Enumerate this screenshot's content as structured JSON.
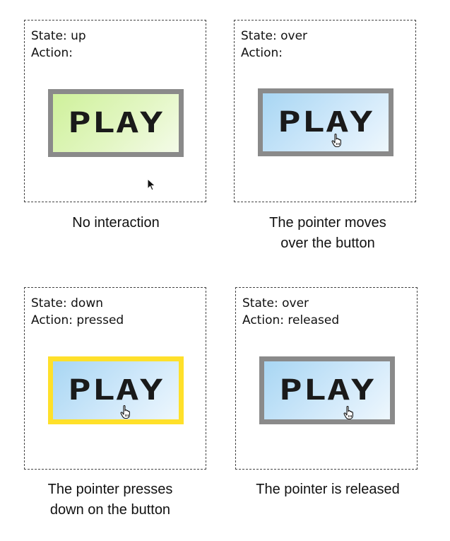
{
  "button_label": "PLAY",
  "colors": {
    "up_fill": "#dff5bb",
    "over_fill": "#cfe8fa",
    "frame_gray": "#8a8a8a",
    "frame_pressed": "#ffe02a"
  },
  "panels": [
    {
      "state": "State: up",
      "action": "Action:",
      "button_style": "up",
      "cursor_icon": "arrow-pointer-icon",
      "caption": [
        "No interaction",
        ""
      ]
    },
    {
      "state": "State: over",
      "action": "Action:",
      "button_style": "over",
      "cursor_icon": "hand-pointer-icon",
      "caption": [
        "The pointer moves",
        "over the button"
      ]
    },
    {
      "state": "State: down",
      "action": "Action: pressed",
      "button_style": "down",
      "cursor_icon": "hand-pointer-icon",
      "caption": [
        "The pointer presses",
        "down on the button"
      ]
    },
    {
      "state": "State: over",
      "action": "Action: released",
      "button_style": "over",
      "cursor_icon": "hand-pointer-icon",
      "caption": [
        "The pointer is released",
        ""
      ]
    }
  ]
}
